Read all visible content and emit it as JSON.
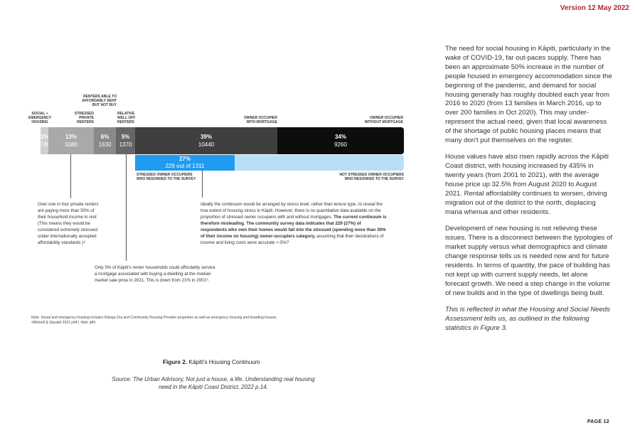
{
  "header": {
    "version": "Version 12 May 2022"
  },
  "footer": {
    "page": "PAGE 12"
  },
  "continuum": {
    "categories": {
      "social": [
        "SOCIAL +",
        "EMERGENCY",
        "HOUSING"
      ],
      "stressed": [
        "STRESSED",
        "PRIVATE",
        "RENTERS"
      ],
      "able": [
        "RENTERS ABLE TO",
        "AFFORDABLY RENT",
        "BUT NOT BUY"
      ],
      "relative": [
        "RELATIVE",
        "WELL OFF",
        "RENTERS"
      ],
      "mortgage": [
        "OWNER OCCUPIER",
        "WITH MORTGAGE"
      ],
      "nomortgage": [
        "OWNER  OCCUPIER",
        "WITHOUT MORTGAGE"
      ]
    },
    "segments": [
      {
        "pct": "3%",
        "value": "740",
        "color": "#cfcfcf"
      },
      {
        "pct": "13%",
        "value": "3380",
        "color": "#a9a9a9"
      },
      {
        "pct": "6%",
        "value": "1630",
        "color": "#8a8a8a"
      },
      {
        "pct": "5%",
        "value": "1370",
        "color": "#666666"
      },
      {
        "pct": "39%",
        "value": "10440",
        "color": "#3f3f3f"
      },
      {
        "pct": "34%",
        "value": "9260",
        "color": "#0d0d0d"
      }
    ],
    "respondents": {
      "pct": "27%",
      "label": "229 out of 1311"
    },
    "resp_labels": {
      "stressed": [
        "STRESSED OWNER OCCUPIERS",
        "WHO RESONDED TO THE SURVEY"
      ],
      "not_stressed": [
        "NOT STRESSED OWNER OCCUPIERS",
        "WHO RESONDED TO THE SURVEY"
      ]
    },
    "colors": {
      "stressed_resp": "#1f9bf0",
      "not_stressed_resp": "#b9def8"
    }
  },
  "annotations": {
    "renters": [
      "Over one in four private renters",
      "are paying more than 50% of",
      "their household income in rent",
      "(This means they would be",
      "considered extremely stressed",
      "under internationally accepted",
      "affordability standards )⁸"
    ],
    "continuum_p1": "Ideally the continuum would be arranged by stress level, rather than tenure type, to reveal the true extent of housing stress in Kāpiti. However, there is no quantitative data available on the proportion of stressed owner occupiers with and without mortgages.",
    "continuum_bold": "The current continuum is therefore misleading. The community survey data indicates that 229 (27%) of respondents who own their homes would fall into the stressed (spending more than 30% of their income on housing) owner-occupiers category,",
    "continuum_p2": "assuming that their declarations of income and living costs were accurate +-5%?",
    "only5": [
      "Only 5% of Kāpiti's renter households could affordably service",
      "a mortgage associated with buying a dwelling at the median",
      "market sale price in 2021. This is down from 21% in 2001⁹."
    ]
  },
  "note": {
    "line1": "Note: Social and emergency housing includes Kāinga Ora and Community Housing Provider properties as well as emergency housing and boarding houses.",
    "line2": "⁸Mitchell & Glaudel 2021 p94 | ⁹Ibid. p84"
  },
  "figure": {
    "label": "Figure 2.",
    "title": " Kāpiti's Housing Continuum",
    "source_1": "Source: The Urban Advisory, Not just a house, a life. Understanding real housing",
    "source_2": "need in the Kāpiti Coast District, 2022 p.14."
  },
  "body_text": {
    "p1": "The need for social housing in Kāpiti, particularly in the wake of COVID-19, far out-paces supply. There has been an approximate 50% increase in the number of people housed in emergency accommodation since the beginning of the pandemic, and demand for social housing generally has roughly doubled each year from 2016 to 2020 (from 13 families in March 2016, up to over 200 families in Oct 2020).  This may under-represent the actual need, given that local awareness of the shortage of public housing places means that many don't put themselves on the register.",
    "p2": "House values have also risen rapidly across the Kāpiti Coast district, with housing increased by 435% in twenty years (from 2001 to 2021), with the average house price up 32.5% from August 2020 to August 2021. Rental affordability continues to worsen, driving migration out of the district to the north, displacing mana whenua and other residents.",
    "p3": "Development of new housing is not relieving these issues. There is a disconnect between the typologies of market supply versus what demographics and climate change response tells us is needed now and for future residents. In terms of quantity, the pace of building has not kept up with current supply needs, let alone forecast growth. We need a step change in the volume of new builds and in the type of dwellings being built.",
    "p4": "This is reflected in what the Housing and Social Needs Assessment tells us, as outlined in the following statistics in Figure 3."
  }
}
